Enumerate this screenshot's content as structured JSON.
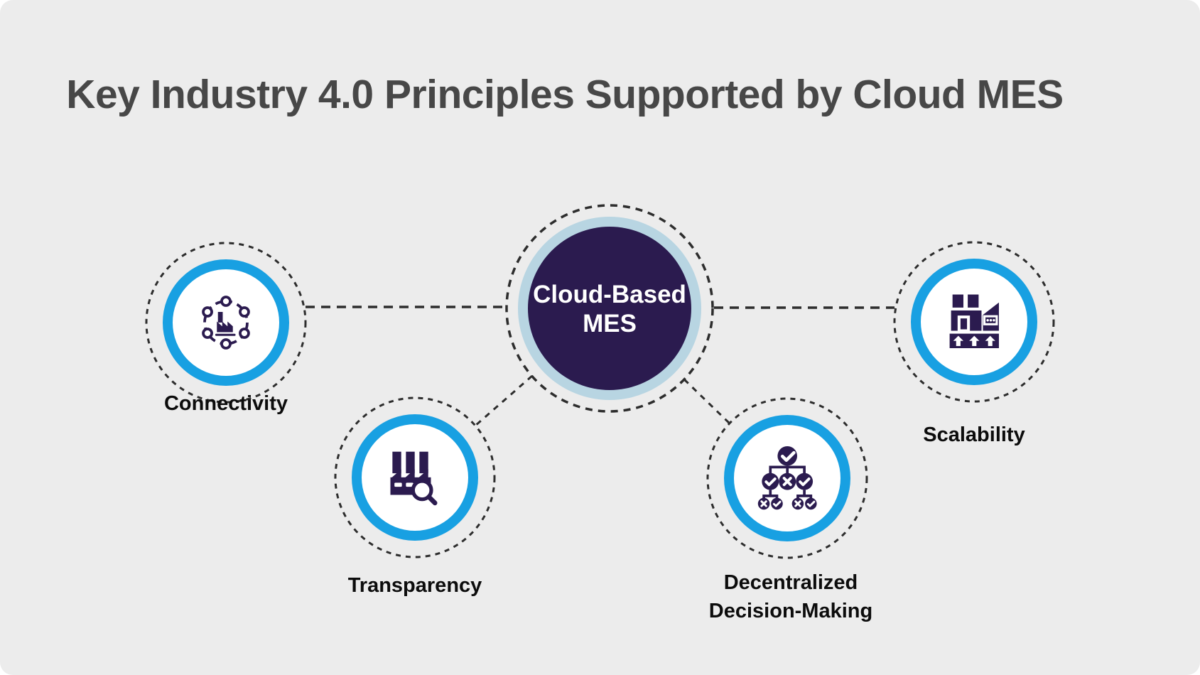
{
  "title": "Key Industry 4.0 Principles Supported by Cloud MES",
  "hub": {
    "line1": "Cloud-Based",
    "line2": "MES"
  },
  "nodes": [
    {
      "id": "connectivity",
      "label": "Connectivity",
      "icon": "connected-factory-network-icon"
    },
    {
      "id": "transparency",
      "label": "Transparency",
      "icon": "factory-magnifier-icon"
    },
    {
      "id": "decentralized-decision-making",
      "label_line1": "Decentralized",
      "label_line2": "Decision-Making",
      "icon": "decision-hierarchy-icon"
    },
    {
      "id": "scalability",
      "label": "Scalability",
      "icon": "factory-scale-up-icon"
    }
  ],
  "colors": {
    "background": "#ececec",
    "title_text": "#474747",
    "label_text": "#0c0c0c",
    "navy": "#2b1b4f",
    "hub_ring": "#b8d5e2",
    "node_ring": "#18a0e2",
    "node_fill": "#ffffff",
    "dash_line": "#2d2d2d"
  }
}
